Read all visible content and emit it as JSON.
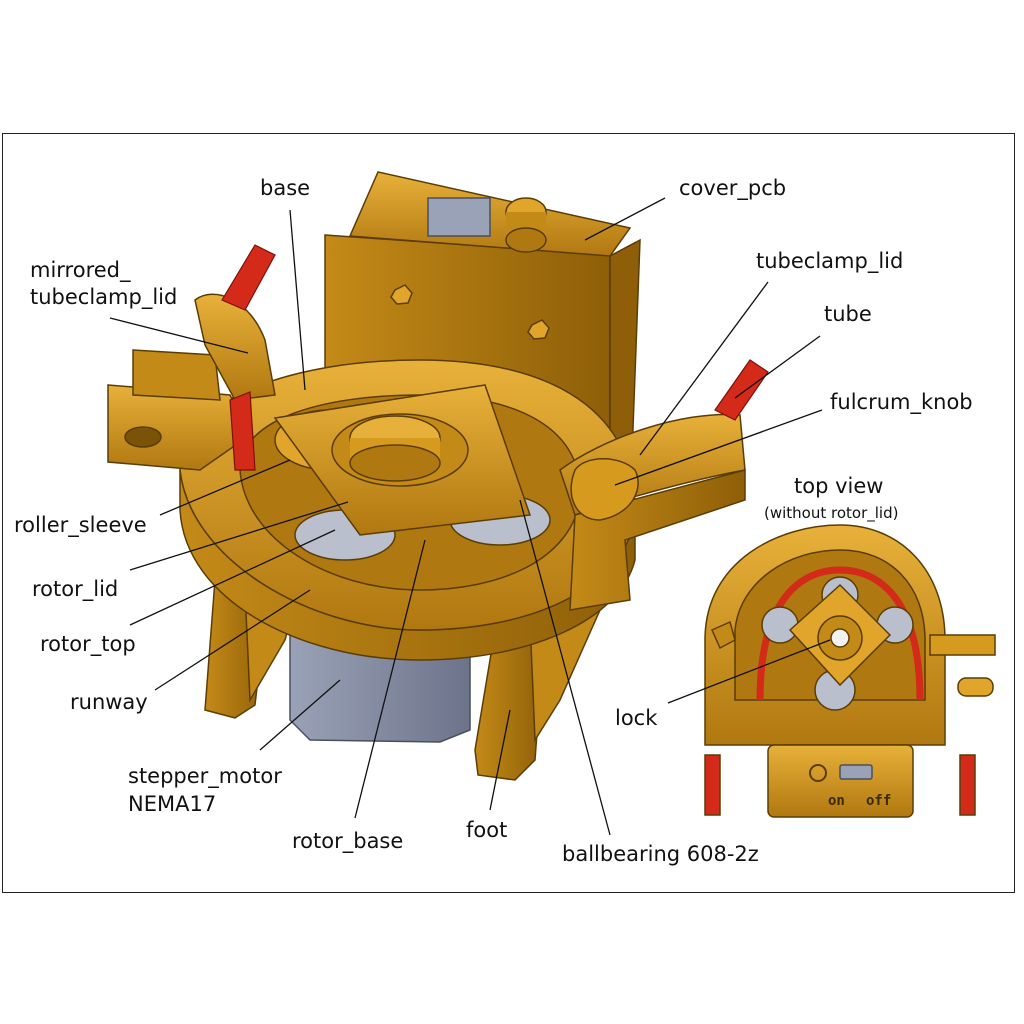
{
  "labels": {
    "base": "base",
    "cover_pcb": "cover_pcb",
    "mirrored_1": "mirrored_",
    "mirrored_2": "tubeclamp_lid",
    "tubeclamp_lid": "tubeclamp_lid",
    "tube": "tube",
    "fulcrum_knob": "fulcrum_knob",
    "top_view": "top view",
    "top_view_sub": "(without rotor_lid)",
    "roller_sleeve": "roller_sleeve",
    "rotor_lid": "rotor_lid",
    "rotor_top": "rotor_top",
    "runway": "runway",
    "stepper_1": "stepper_motor",
    "stepper_2": "NEMA17",
    "lock": "lock",
    "rotor_base": "rotor_base",
    "foot": "foot",
    "ballbearing": "ballbearing 608-2z",
    "switch_on": "on",
    "switch_off": "off"
  },
  "colors": {
    "part": "#d69a1e",
    "part_dark": "#9c6a0c",
    "tube": "#d42a1a",
    "motor": "#8b93a8",
    "bearing": "#b9bfcc"
  }
}
